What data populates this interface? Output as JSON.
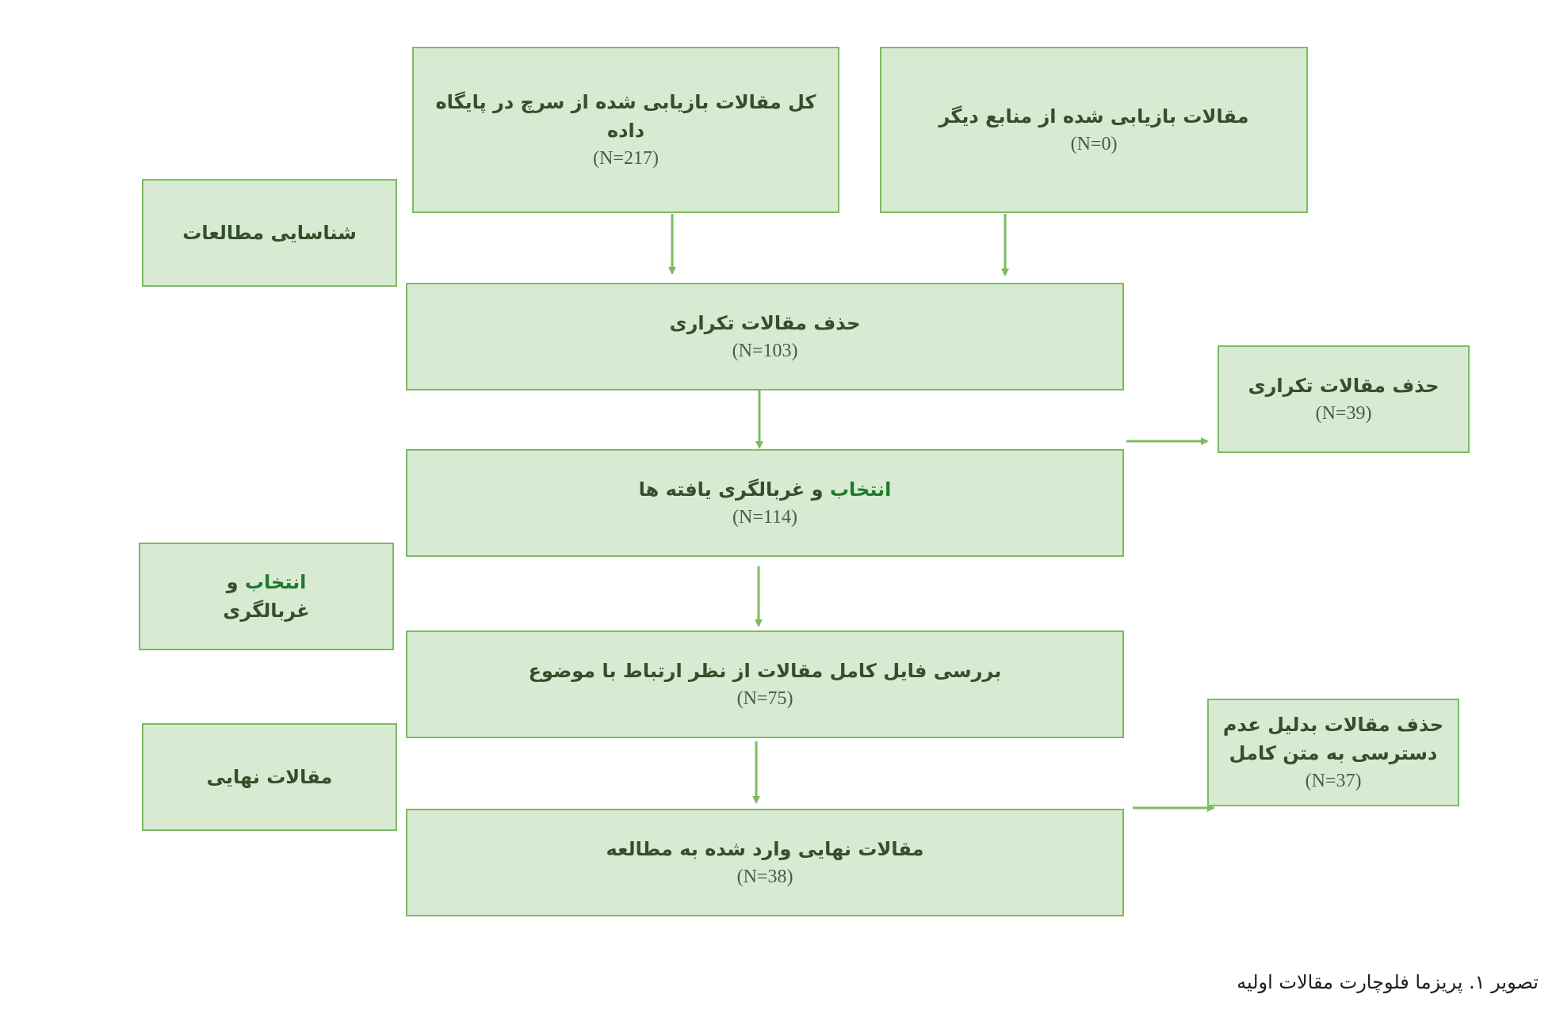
{
  "boxes": {
    "db_search": {
      "title": "کل مقالات بازیابی شده از سرچ در پایگاه داده",
      "count": "(N=217)"
    },
    "other_sources": {
      "title": "مقالات بازیابی شده از منابع دیگر",
      "count": "(N=0)"
    },
    "remove_duplicates": {
      "title": "حذف مقالات تکراری",
      "count": "(N=103)"
    },
    "duplicates_removed": {
      "title": "حذف مقالات تکراری",
      "count": "(N=39)"
    },
    "screening": {
      "title_highlight": "انتخاب",
      "title_rest": "و غربالگری یافته ها",
      "count": "(N=114)"
    },
    "fulltext_review": {
      "title": "بررسی فایل کامل مقالات از نظر ارتباط با موضوع",
      "count": "(N=75)"
    },
    "fulltext_excluded": {
      "title_line1": "حذف مقالات بدلیل عدم",
      "title_line2": "دسترسی به متن کامل",
      "count": "(N=37)"
    },
    "included": {
      "title": "مقالات نهایی وارد شده به مطالعه",
      "count": "(N=38)"
    }
  },
  "stages": {
    "identification": "شناسایی مطالعات",
    "screening_highlight": "انتخاب",
    "screening_word_and": "و",
    "screening_line2": "غربالگری",
    "included": "مقالات نهایی"
  },
  "caption": "تصویر ۱. پریزما فلوچارت مقالات اولیه",
  "colors": {
    "box_fill": "#d9ead3",
    "box_border": "#7dbb63",
    "arrow": "#7dbb63"
  }
}
